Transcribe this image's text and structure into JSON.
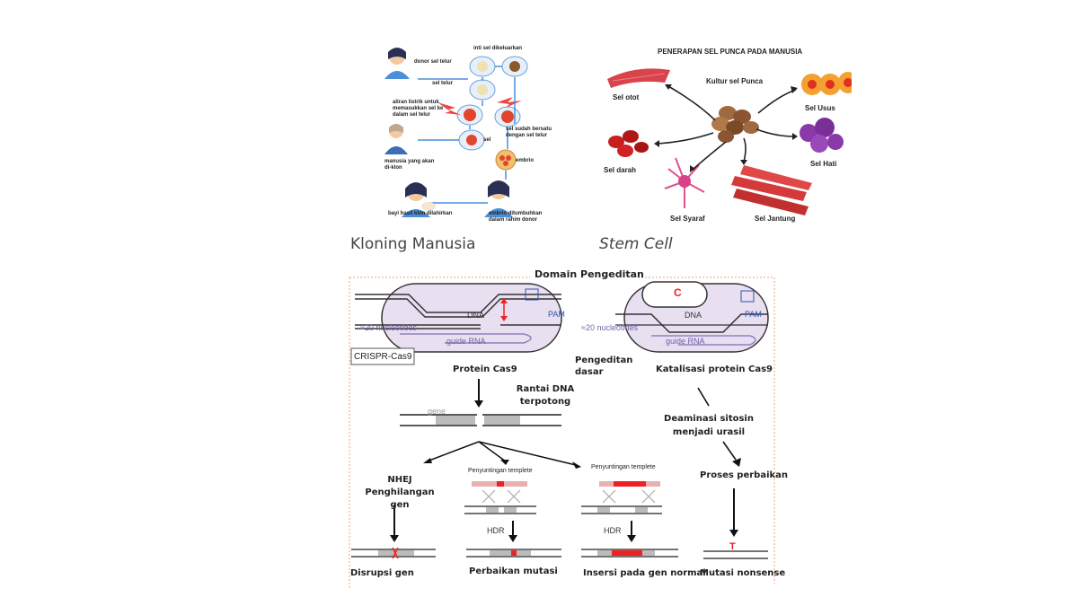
{
  "cloning": {
    "caption": "Kloning Manusia",
    "labels": {
      "donor": "donor sel telur",
      "nucleus_out": "inti sel dikeluarkan",
      "egg": "sel telur",
      "electric": "aliran listrik untuk memasukkan sel ke dalam sel telur",
      "fused": "sel sudah bersatu dengan sel telur",
      "cell": "sel",
      "cloned_person": "manusia yang akan di-klon",
      "embryo": "embrio",
      "baby": "bayi hasil klon dilahirkan",
      "implant": "embrio ditumbuhkan dalam rahim donor"
    }
  },
  "stem_cell": {
    "caption": "Stem Cell",
    "title": "PENERAPAN SEL PUNCA PADA MANUSIA",
    "center": "Kultur sel Punca",
    "targets": [
      "Sel otot",
      "Sel Usus",
      "Sel darah",
      "Sel Hati",
      "Sel Syaraf",
      "Sel Jantung"
    ]
  },
  "editing": {
    "title": "Domain Pengeditan",
    "dna": "DNA",
    "pam": "PAM",
    "nucleotides": "≈20 nucleotides",
    "guide": "guide RNA",
    "crispr_box": "CRISPR-Cas9",
    "cas9": "Protein Cas9",
    "cut": "Rantai DNA terpotong",
    "gene": "gene",
    "base_editing": "Pengeditan dasar",
    "catalysis": "Katalisasi protein Cas9",
    "deamination": "Deaminasi sitosin menjadi urasil",
    "c_letter": "C",
    "t_letter": "T",
    "nhej": "NHEJ Penghilangan gen",
    "template": "Penyuntingan templete",
    "hdr": "HDR",
    "repair": "Proses perbaikan",
    "outcomes": [
      "Disrupsi gen",
      "Perbaikan mutasi",
      "Insersi pada gen normal",
      "Mutasi nonsense"
    ]
  }
}
